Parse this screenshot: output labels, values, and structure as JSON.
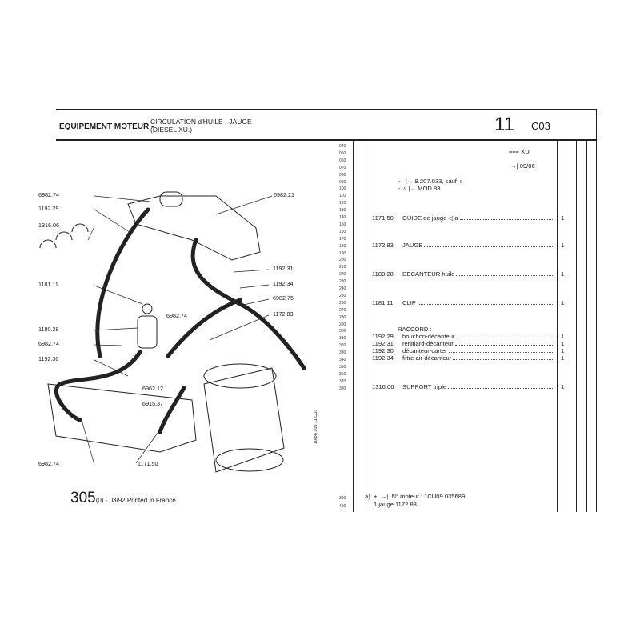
{
  "header": {
    "section_title": "EQUIPEMENT MOTEUR -",
    "subtitle_line1": "CIRCULATION d'HUILE - JAUGE",
    "subtitle_line2": "(DIESEL XU.)",
    "section_number": "11",
    "section_code": "C03"
  },
  "line_numbers": [
    "040",
    "050",
    "060",
    "070",
    "080",
    "090",
    "100",
    "110",
    "120",
    "130",
    "140",
    "150",
    "160",
    "170",
    "180",
    "190",
    "200",
    "210",
    "220",
    "230",
    "240",
    "250",
    "260",
    "270",
    "280",
    "290",
    "300",
    "310",
    "320",
    "330",
    "340",
    "350",
    "360",
    "370",
    "380"
  ],
  "footer_line_numbers": [
    "390",
    "400"
  ],
  "applicability": {
    "engine": "XU.",
    "until_date": "09/86",
    "from_serial": "9.207.033, sauf",
    "from_mod": "MOD 83"
  },
  "parts": [
    {
      "ref": "1171.50",
      "name": "GUIDE de jauge",
      "note": "a",
      "qty": "1"
    },
    {
      "ref": "1172.83",
      "name": "JAUGE",
      "qty": "1"
    },
    {
      "ref": "1180.28",
      "name": "DECANTEUR huile",
      "qty": "1"
    },
    {
      "ref": "1181.11",
      "name": "CLIP",
      "qty": "1"
    }
  ],
  "raccord": {
    "heading": "RACCORD :",
    "items": [
      {
        "ref": "1192.29",
        "name": "bouchon-décanteur",
        "qty": "1"
      },
      {
        "ref": "1192.31",
        "name": "reniflard-décanteur",
        "qty": "1"
      },
      {
        "ref": "1192.30",
        "name": "décanteur-carter",
        "qty": "1"
      },
      {
        "ref": "1192.34",
        "name": "filtre air-décanteur",
        "qty": "1"
      }
    ]
  },
  "support": {
    "ref": "1316.06",
    "name": "SUPPORT triple",
    "qty": "1"
  },
  "note_a": {
    "line1_prefix": "a)",
    "line1": "N° moteur : 1CU09.035689,",
    "line2": "1 jauge 1172.83"
  },
  "diagram_labels": {
    "l1": "6982.74",
    "l2": "1192.29",
    "l3": "1316.06",
    "l4": "1181.11",
    "l5": "1180.28",
    "l6": "6982.74",
    "l7": "1192.30",
    "l8": "6982.74",
    "r1": "6982.21",
    "r2": "1192.31",
    "r3": "1192.34",
    "r4": "6982.75",
    "r5": "1172.83",
    "c1": "6982.74",
    "c2": "6962.12",
    "c3": "6915.37",
    "c4": "1171.50"
  },
  "stamp": "10/86 305 11 C03",
  "footer": {
    "model": "305",
    "text": "(0) - 03/92 Printed in France"
  }
}
